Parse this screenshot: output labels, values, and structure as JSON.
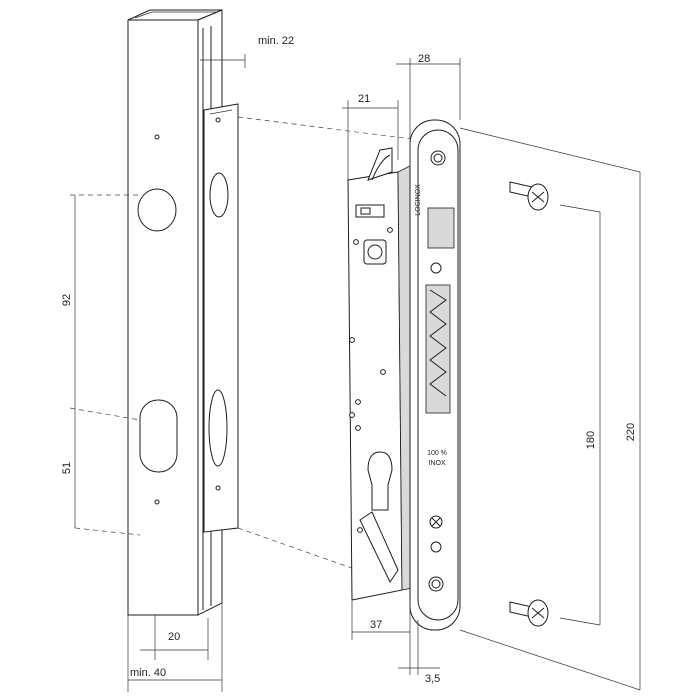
{
  "dimensions": {
    "min_22": "min. 22",
    "d_28": "28",
    "d_21": "21",
    "d_92": "92",
    "d_51": "51",
    "d_180": "180",
    "d_220": "220",
    "d_20": "20",
    "min_40": "min. 40",
    "d_37": "37",
    "d_3_5": "3,5"
  },
  "faceplate": {
    "brand": "LOCINOX",
    "stainless_line1": "100 %",
    "stainless_line2": "INOX"
  },
  "colors": {
    "line": "#1e1e1e",
    "shade": "#d9d9d9",
    "background": "#ffffff"
  }
}
